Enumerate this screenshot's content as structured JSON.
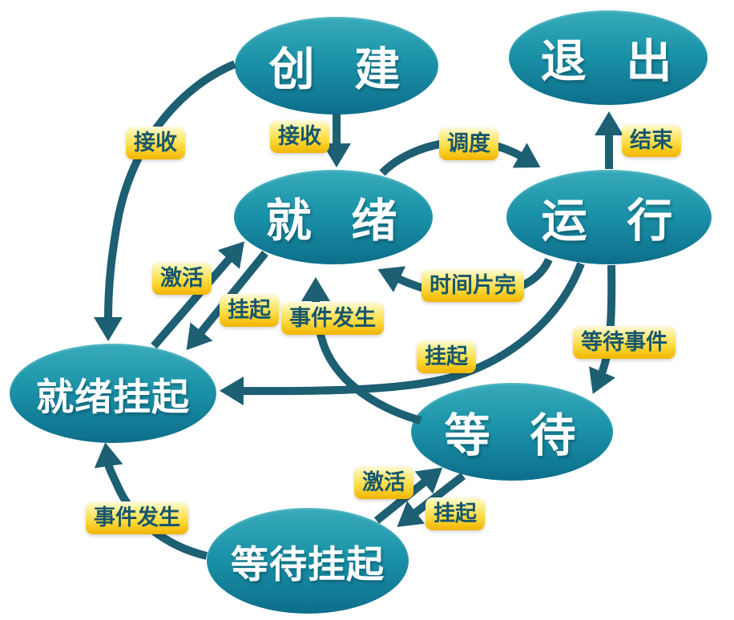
{
  "diagram": {
    "type": "state-transition-diagram",
    "background": "#ffffff",
    "colors": {
      "state_fill_top": "#37abba",
      "state_fill_bottom": "#0d6e8b",
      "state_text": "#ffffff",
      "arrow": "#1d5f73",
      "label_bg_top": "#fefae0",
      "label_bg_bottom": "#f1b400",
      "label_text": "#17566d"
    }
  },
  "states": [
    {
      "id": "create",
      "label": "创 建"
    },
    {
      "id": "exit",
      "label": "退 出"
    },
    {
      "id": "ready",
      "label": "就 绪"
    },
    {
      "id": "running",
      "label": "运 行"
    },
    {
      "id": "ready-suspended",
      "label": "就绪挂起"
    },
    {
      "id": "waiting",
      "label": "等 待"
    },
    {
      "id": "waiting-suspended",
      "label": "等待挂起"
    }
  ],
  "transitions": [
    {
      "from": "create",
      "to": "ready-suspended",
      "label": "接收"
    },
    {
      "from": "create",
      "to": "ready",
      "label": "接收"
    },
    {
      "from": "ready",
      "to": "running",
      "label": "调度"
    },
    {
      "from": "running",
      "to": "exit",
      "label": "结束"
    },
    {
      "from": "running",
      "to": "ready",
      "label": "时间片完"
    },
    {
      "from": "ready-suspended",
      "to": "ready",
      "label": "激活"
    },
    {
      "from": "ready",
      "to": "ready-suspended",
      "label": "挂起"
    },
    {
      "from": "waiting",
      "to": "ready",
      "label": "事件发生"
    },
    {
      "from": "running",
      "to": "ready-suspended",
      "label": "挂起"
    },
    {
      "from": "running",
      "to": "waiting",
      "label": "等待事件"
    },
    {
      "from": "waiting-suspended",
      "to": "waiting",
      "label": "激活"
    },
    {
      "from": "waiting",
      "to": "waiting-suspended",
      "label": "挂起"
    },
    {
      "from": "waiting-suspended",
      "to": "ready-suspended",
      "label": "事件发生"
    }
  ]
}
